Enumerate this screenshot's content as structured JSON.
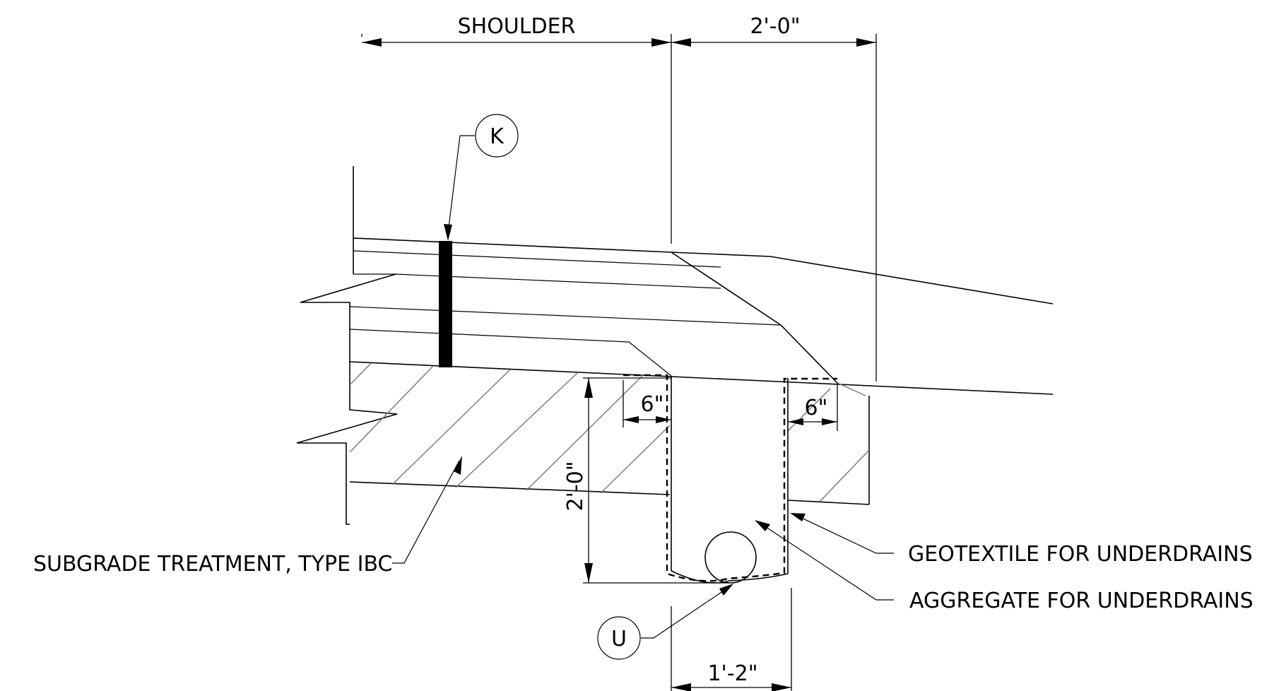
{
  "dimensions": {
    "shoulder": "SHOULDER",
    "top_width": "2'-0\"",
    "left_offset": "6\"",
    "right_offset": "6\"",
    "trench_depth": "2'-0\"",
    "trench_width": "1'-2\""
  },
  "callouts": {
    "k": "K",
    "u": "U"
  },
  "labels": {
    "subgrade": "SUBGRADE TREATMENT, TYPE IBC",
    "geotextile": "GEOTEXTILE FOR UNDERDRAINS",
    "aggregate": "AGGREGATE FOR UNDERDRAINS"
  }
}
